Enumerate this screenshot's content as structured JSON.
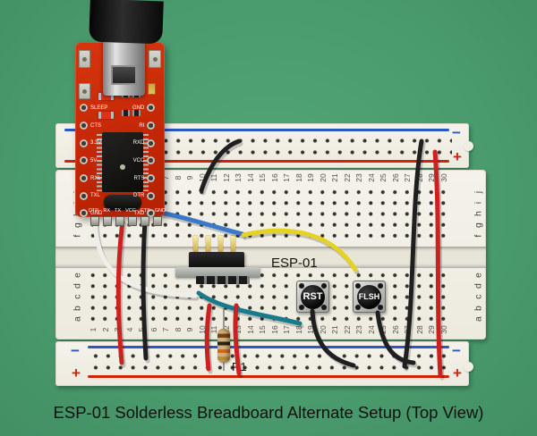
{
  "caption": "ESP-01 Solderless Breadboard Alternate Setup (Top View)",
  "ftdi_board": {
    "left_pin_labels": [
      "SLEEP",
      "CTS",
      "3.3V",
      "5V",
      "RXL",
      "TXL",
      "GND"
    ],
    "right_pin_labels": [
      "GND",
      "RI",
      "RXD",
      "VCC",
      "RTS",
      "DTR",
      "TXD"
    ],
    "bottom_pin_labels": [
      "DTR",
      "RX",
      "TX",
      "VCC",
      "CTS",
      "GND"
    ]
  },
  "breadboard": {
    "column_numbers": [
      "1",
      "2",
      "3",
      "4",
      "5",
      "6",
      "7",
      "8",
      "9",
      "10",
      "11",
      "12",
      "13",
      "14",
      "15",
      "16",
      "17",
      "18",
      "19",
      "20",
      "21",
      "22",
      "23",
      "24",
      "25",
      "26",
      "27",
      "28",
      "29",
      "30"
    ],
    "upper_row_letters": [
      "j",
      "i",
      "h",
      "g",
      "f"
    ],
    "lower_row_letters": [
      "e",
      "d",
      "c",
      "b",
      "a"
    ],
    "minus_mark": "−",
    "plus_mark": "+"
  },
  "components": {
    "esp_label": "ESP-01",
    "reset_button_label": "RST",
    "flash_button_label": "FLSH",
    "resistor_label": "R1"
  },
  "colors": {
    "background_green": "#4a9c6e",
    "board_white": "#f2f0e7",
    "ftdi_red": "#c22605",
    "rail_blue": "#2a57c0",
    "rail_red": "#cf2408",
    "wire_black": "#1f1f1f",
    "wire_red": "#cd2020",
    "wire_blue": "#3a78c9",
    "wire_white": "#efeee8",
    "wire_yellow": "#e4d322",
    "wire_teal": "#187b8c"
  }
}
